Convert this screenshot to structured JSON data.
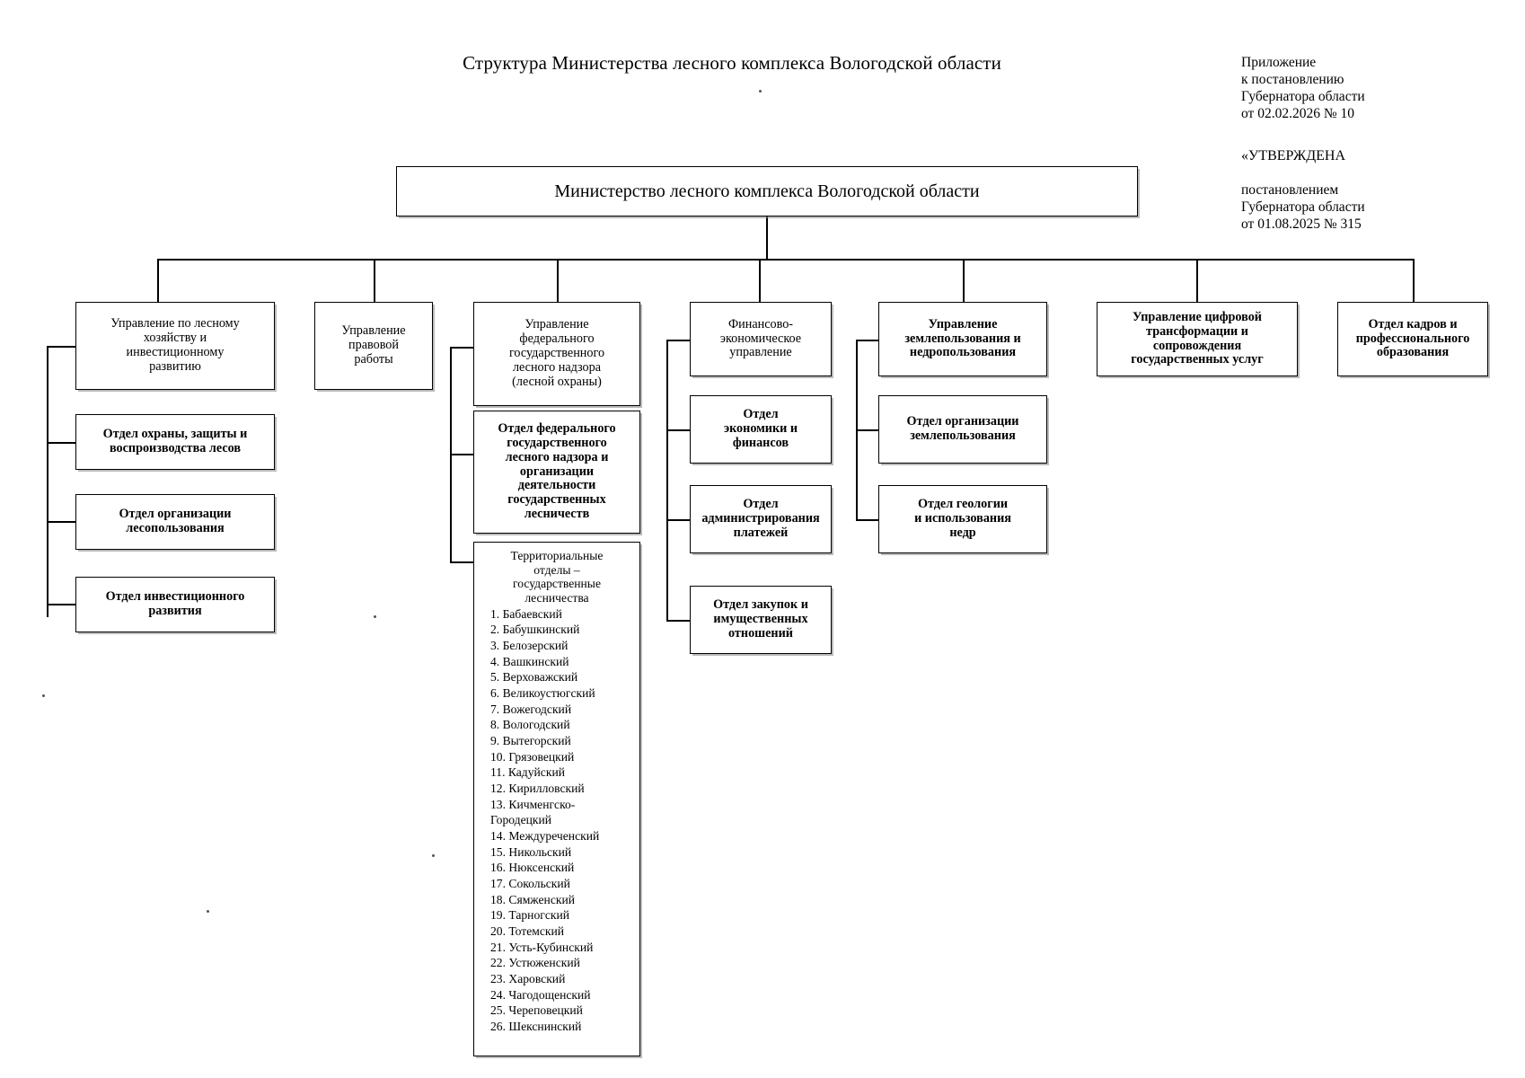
{
  "document": {
    "title": "Структура Министерства лесного комплекса Вологодской области",
    "appendix": "Приложение\nк постановлению\nГубернатора области\nот 02.02.2026 № 10",
    "approved_first_line": "«УТВЕРЖДЕНА",
    "approved_rest": "постановлением\nГубернатора области\nот 01.08.2025 № 315"
  },
  "root": {
    "label": "Министерство лесного комплекса Вологодской области"
  },
  "branches": [
    {
      "id": "forestry",
      "head": "Управление по лесному\nхозяйству и\nинвестиционному\nразвитию",
      "children": [
        "Отдел охраны, защиты и\nвоспроизводства лесов",
        "Отдел организации\nлесопользования",
        "Отдел инвестиционного\nразвития"
      ]
    },
    {
      "id": "legal",
      "head": "Управление\nправовой\nработы",
      "children": []
    },
    {
      "id": "supervision",
      "head": "Управление\nфедерального\nгосударственного\nлесного надзора\n(лесной охраны)",
      "children": [
        "Отдел федерального\nгосударственного\nлесного надзора и\nорганизации\nдеятельности\nгосударственных\nлесничеств"
      ],
      "territorial": {
        "heading": "Территориальные\nотделы –\nгосударственные\nлесничества",
        "items": [
          "Бабаевский",
          "Бабушкинский",
          "Белозерский",
          "Вашкинский",
          "Верховажский",
          "Великоустюгский",
          "Вожегодский",
          "Вологодский",
          "Вытегорский",
          "Грязовецкий",
          "Кадуйский",
          "Кирилловский",
          "Кичменгско-Городецкий",
          "Междуреченский",
          "Никольский",
          "Нюксенский",
          "Сокольский",
          "Сямженский",
          "Тарногский",
          "Тотемский",
          "Усть-Кубинский",
          "Устюженский",
          "Харовский",
          "Чагодощенский",
          "Череповецкий",
          "Шекснинский"
        ]
      }
    },
    {
      "id": "finance",
      "head": "Финансово-\nэкономическое\nуправление",
      "children": [
        "Отдел\nэкономики и\nфинансов",
        "Отдел\nадминистрирования\nплатежей",
        "Отдел закупок и\nимущественных\nотношений"
      ]
    },
    {
      "id": "land",
      "head": "Управление\nземлепользования и\nнедропользования",
      "children": [
        "Отдел организации\nземлепользования",
        "Отдел геологии\nи использования\nнедр"
      ]
    },
    {
      "id": "digital",
      "head": "Управление цифровой\nтрансформации и\nсопровождения\nгосударственных услуг",
      "children": []
    },
    {
      "id": "hr",
      "head": "Отдел кадров и\nпрофессионального\nобразования",
      "children": []
    }
  ]
}
